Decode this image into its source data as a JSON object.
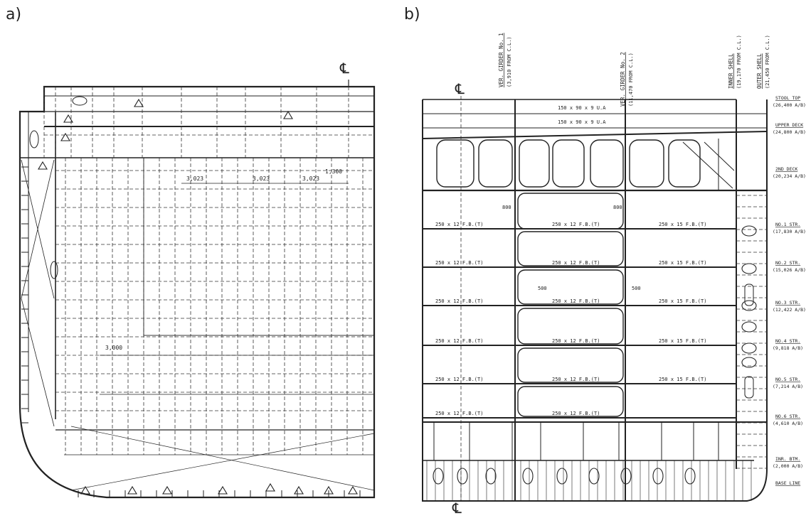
{
  "panels": {
    "a": {
      "label": "a)"
    },
    "b": {
      "label": "b)"
    }
  },
  "centerline_symbol": "℄",
  "panel_a_dims": {
    "d1": "3,000",
    "d2": "1,300",
    "d3": "3,023",
    "d4": "3,023",
    "d5": "3,023"
  },
  "panel_b": {
    "top_labels": [
      {
        "id": "g1",
        "title": "VER. GIRDER No. 1",
        "sub": "(3,910 FROM C.L.)"
      },
      {
        "id": "g2",
        "title": "VER. GIRDER No. 2",
        "sub": "(11,470 FROM C.L.)"
      },
      {
        "id": "inner",
        "title": "INNER SHELL",
        "sub": "(19,170 FROM C.L.)"
      },
      {
        "id": "outer",
        "title": "OUTER SHELL",
        "sub": "(21,450 FROM C.L.)"
      }
    ],
    "levels": [
      {
        "id": "stool-top",
        "name": "STOOL TOP",
        "value": "(26,400 A/B)"
      },
      {
        "id": "upper-deck",
        "name": "UPPER DECK",
        "value": "(24,800 A/B)"
      },
      {
        "id": "2nd-deck",
        "name": "2ND DECK",
        "value": "(20,234 A/B)"
      },
      {
        "id": "no1-str",
        "name": "NO.1 STR.",
        "value": "(17,830 A/B)"
      },
      {
        "id": "no2-str",
        "name": "NO.2 STR.",
        "value": "(15,026 A/B)"
      },
      {
        "id": "no3-str",
        "name": "NO.3 STR.",
        "value": "(12,422 A/B)"
      },
      {
        "id": "no4-str",
        "name": "NO.4 STR.",
        "value": "(9,818 A/B)"
      },
      {
        "id": "no5-str",
        "name": "NO.5 STR.",
        "value": "(7,214 A/B)"
      },
      {
        "id": "no6-str",
        "name": "NO.6 STR.",
        "value": "(4,610 A/B)"
      },
      {
        "id": "inr-btm",
        "name": "INR. BTM.",
        "value": "(2,000 A/B)"
      },
      {
        "id": "base-line",
        "name": "BASE LINE",
        "value": ""
      }
    ],
    "stringer_left": "250 x 12 F.B.(T)",
    "stringer_mid_1": "250 x 12 F.B.(T)",
    "stringer_mid_2": "250 x 15 F.B.(T)",
    "stiffener_ua": "150 x 90 x 9 U.A",
    "bracket_500": "500",
    "bracket_800": "800"
  }
}
